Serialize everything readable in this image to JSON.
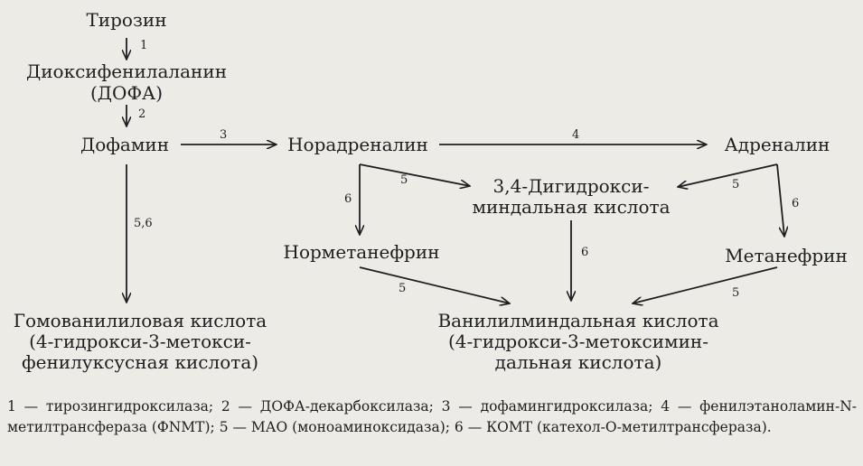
{
  "nodes": {
    "tyrosine": "Тирозин",
    "dopa_1": "Диоксифенилаланин",
    "dopa_2": "(ДОФА)",
    "dopamine": "Дофамин",
    "noradrenaline": "Норадреналин",
    "adrenaline": "Адреналин",
    "dhma_1": "3,4-Дигидрокси-",
    "dhma_2": "миндальная кислота",
    "normetanephrine": "Норметанефрин",
    "metanephrine": "Метанефрин",
    "hva_1": "Гомованилиловая кислота",
    "hva_2": "(4-гидрокси-3-метокси-",
    "hva_3": "фенилуксусная кислота)",
    "vma_1": "Ванилилминдальная кислота",
    "vma_2": "(4-гидрокси-3-метоксимин-",
    "vma_3": "дальная кислота)"
  },
  "edges": {
    "tyr_dopa": "1",
    "dopa_dopamine": "2",
    "dopamine_noradrenaline": "3",
    "noradrenaline_adrenaline": "4",
    "noradrenaline_dhma": "5",
    "adrenaline_dhma": "5",
    "noradrenaline_normet": "6",
    "adrenaline_met": "6",
    "dopamine_hva": "5,6",
    "dhma_vma": "6",
    "normet_vma": "5",
    "met_vma": "5"
  },
  "legend": "1 — тирозингидроксилаза; 2 — ДОФА-декарбоксилаза; 3 — дофамингидроксилаза; 4 — фенилэтаноламин-N-метилтрансфераза (ФNМТ); 5 — МАО (моноаминоксидаза); 6 — КОМТ (катехол-О-метилтрансфераза)."
}
